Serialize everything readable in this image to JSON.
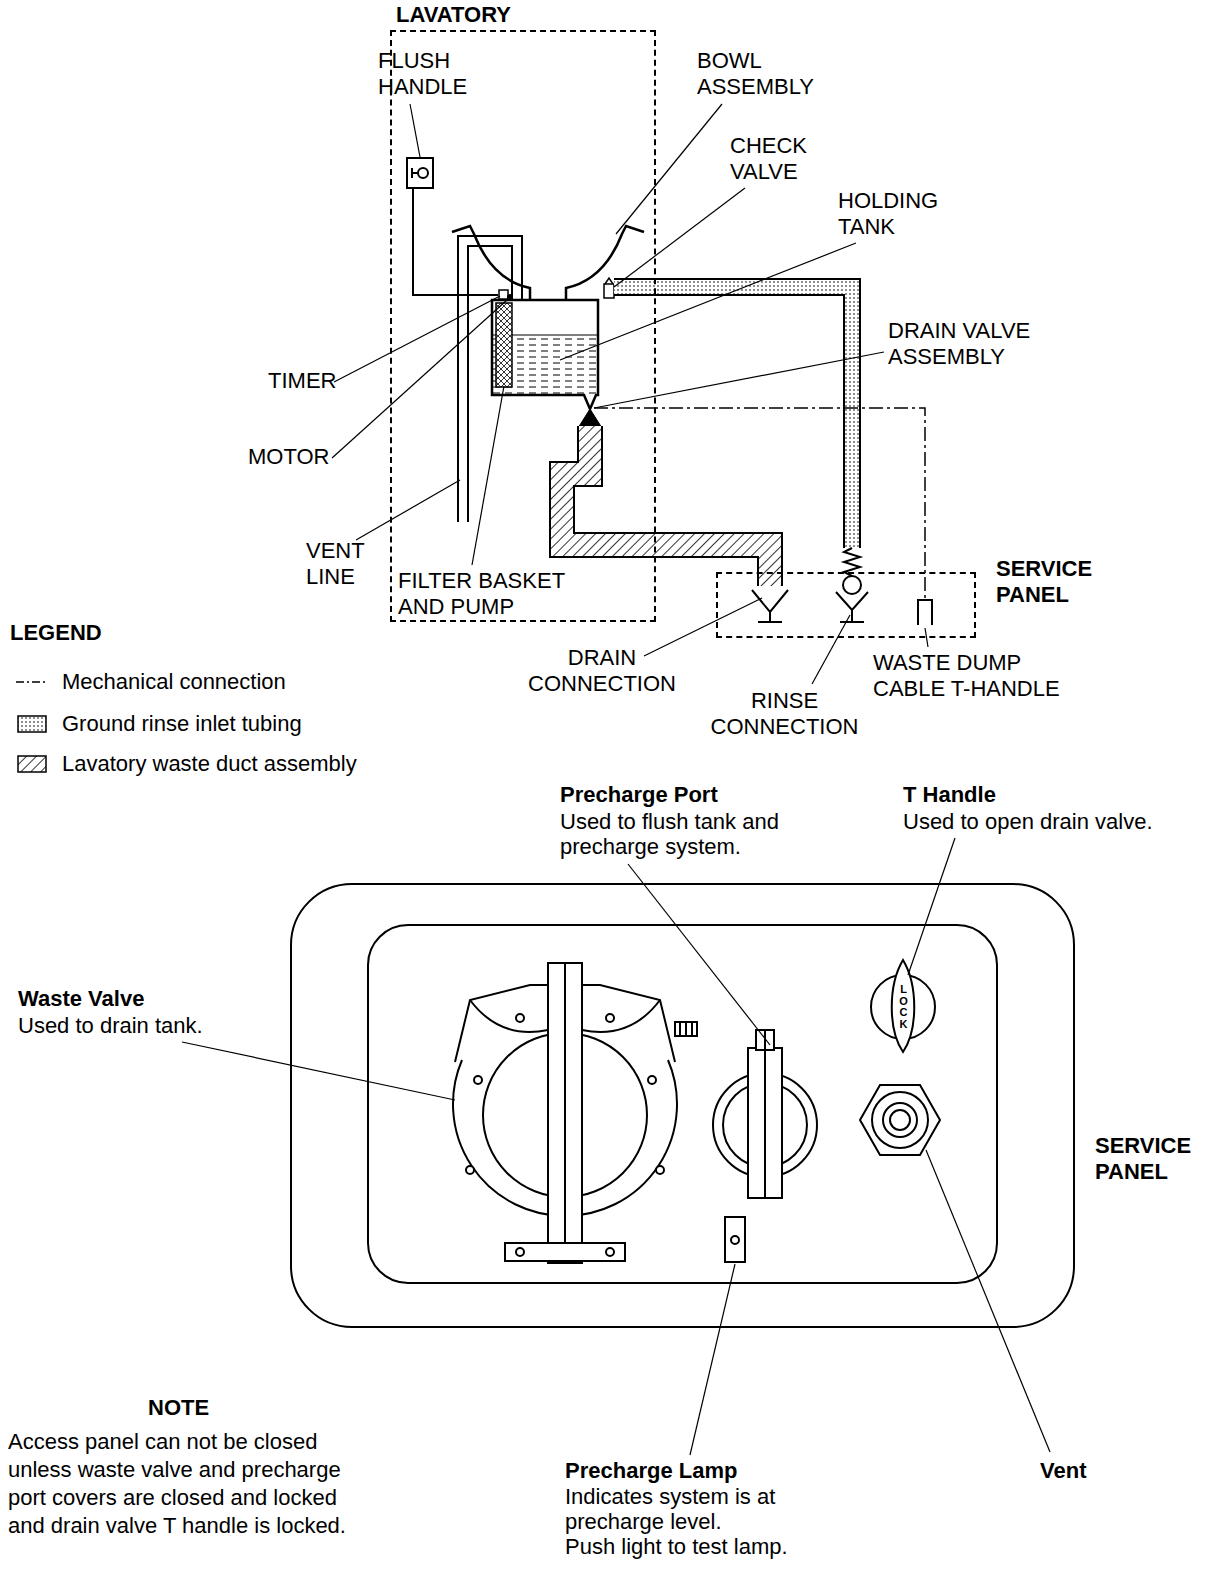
{
  "diagram": {
    "nodes": [
      {
        "text": [
          "LAVATORY"
        ]
      },
      {
        "text": [
          "SERVICE PANEL"
        ]
      },
      {
        "text": [
          "SERVICE PANEL"
        ]
      }
    ],
    "labels": [
      "FLUSH HANDLE",
      "BOWL ASSEMBLY",
      "CHECK VALVE",
      "HOLDING TANK",
      "DRAIN VALVE ASSEMBLY",
      "TIMER",
      "MOTOR",
      "VENT LINE",
      "FILTER BASKET AND PUMP",
      "DRAIN CONNECTION",
      "RINSE CONNECTION",
      "WASTE DUMP CABLE T-HANDLE",
      "LEGEND",
      "Waste Valve",
      "Used to drain tank.",
      "Precharge Port",
      "Used to flush tank and precharge system.",
      "T Handle",
      "Used to open drain valve.",
      "LOCK",
      "NOTE",
      "Access panel can not be closed unless waste valve and precharge port covers are closed and locked and drain valve T handle is locked.",
      "Precharge Lamp",
      "Indicates system is at precharge level.",
      "Push light to test lamp.",
      "Vent"
    ],
    "legend": [
      {
        "text": "Mechanical connection"
      },
      {
        "text": "Ground rinse inlet tubing"
      },
      {
        "text": "Lavatory waste duct assembly"
      }
    ]
  }
}
